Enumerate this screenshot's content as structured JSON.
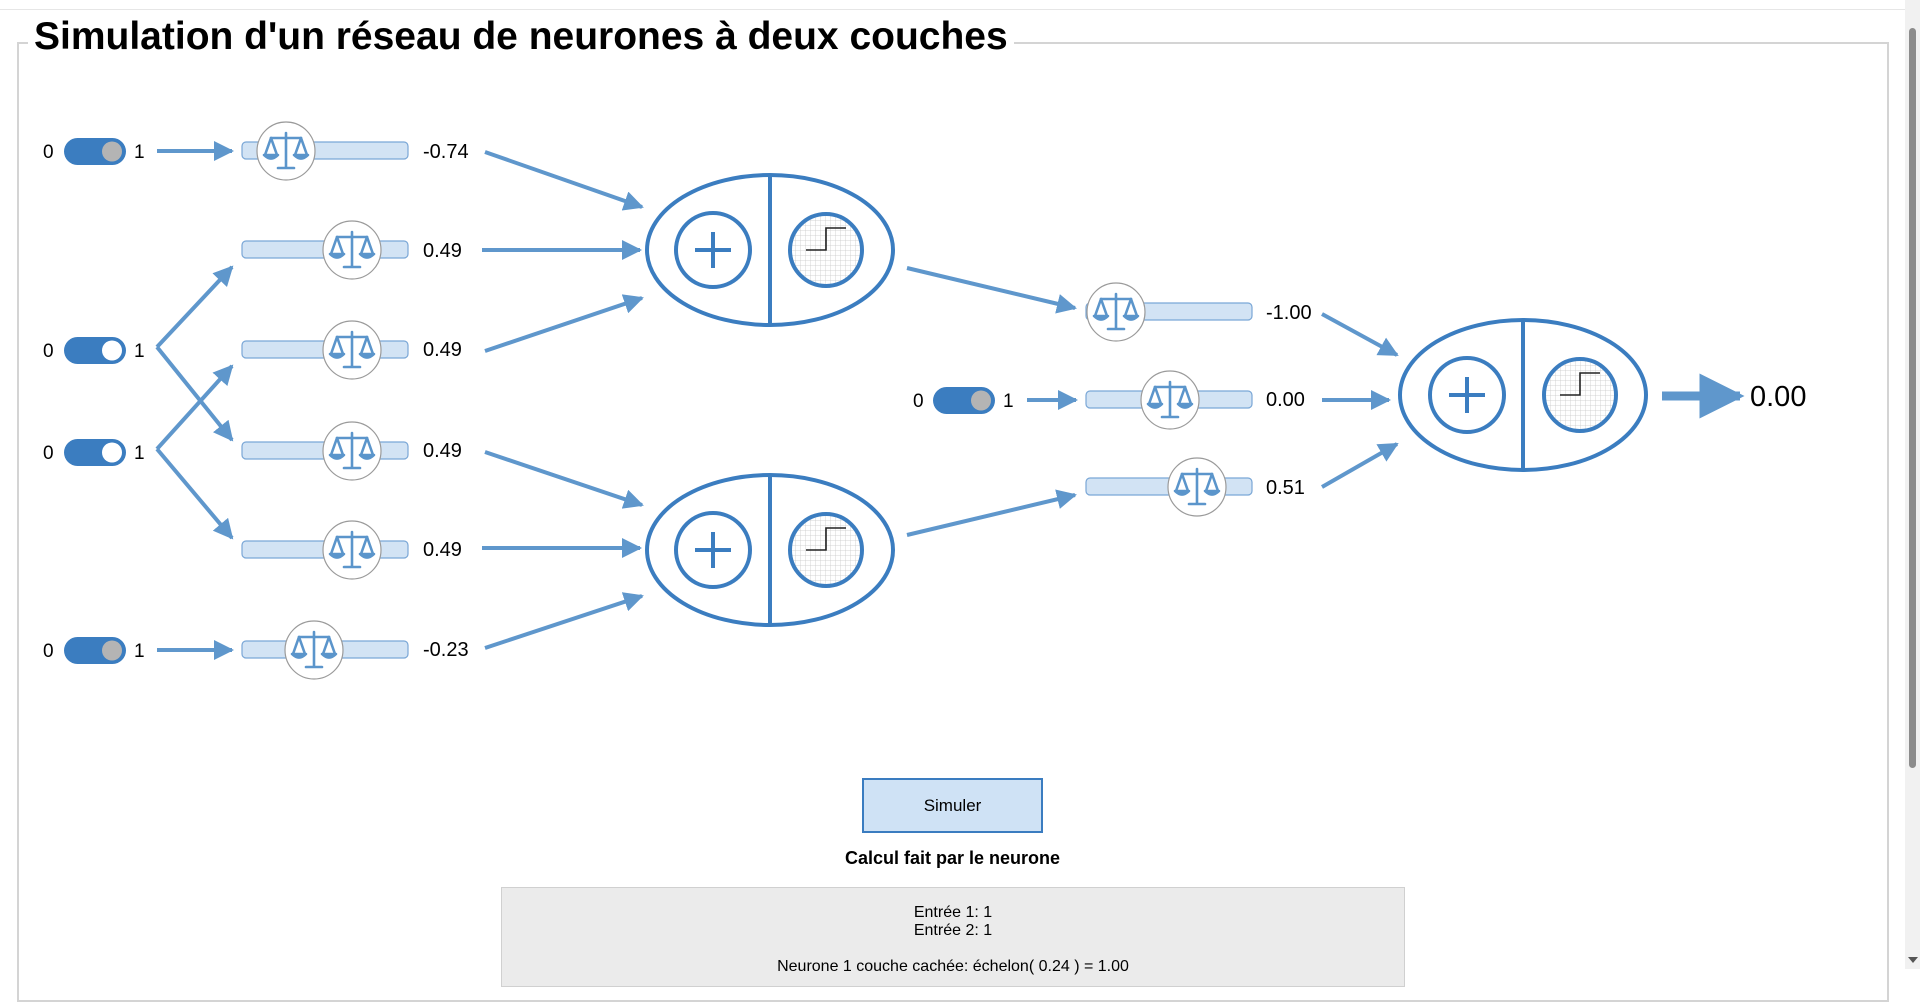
{
  "page_title": "Simulation d'un réseau de neurones à deux couches",
  "inputs": {
    "toggle_left_label": "0",
    "toggle_right_label": "1"
  },
  "hidden_weights": [
    "-0.74",
    "0.49",
    "0.49",
    "0.49",
    "0.49",
    "-0.23"
  ],
  "output_weights": [
    "-1.00",
    "0.00",
    "0.51"
  ],
  "output_value": "0.00",
  "simulate_label": "Simuler",
  "calc": {
    "title": "Calcul fait par le neurone",
    "line1": "Entrée 1: 1",
    "line2": "Entrée 2: 1",
    "line3": "Neurone 1 couche cachée: échelon( 0.24 ) = 1.00"
  },
  "colors": {
    "primary": "#3b7dc0",
    "arrow": "#5f97cc",
    "slider_fill": "#d2e3f4",
    "knob_gray": "#b4b4b4"
  },
  "icons": [
    "balance-scale-icon",
    "sum-plus-icon",
    "step-function-icon"
  ]
}
